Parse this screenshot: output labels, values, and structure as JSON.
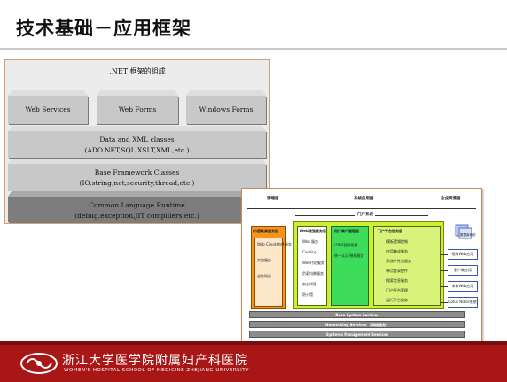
{
  "slide": {
    "title": "技术基础－应用框架"
  },
  "net_diagram": {
    "title": ".NET  框架的组成",
    "top_boxes": [
      "Web Services",
      "Web Forms",
      "Windows Forms"
    ],
    "layers": [
      {
        "line1": "Data and XML classes",
        "line2": "(ADO.NET,SQL,XSLT,XML,etc.)"
      },
      {
        "line1": "Base Framework Classes",
        "line2": "(IO,string,net,security,thread,etc.)"
      },
      {
        "line1": "Common Language Runtime",
        "line2": "(debug,exception,JIT complilers,etc.)"
      }
    ]
  },
  "portal_diagram": {
    "headers": [
      "源端层",
      "系统应用层",
      "企业资源层"
    ],
    "system_label": "门户系统",
    "integration_box": {
      "title": "内容聚集服务层",
      "items": [
        "Web Client 构件服务",
        "文档服务",
        "业务网关"
      ]
    },
    "web_box": {
      "title": "Web增强服务层",
      "items": [
        "Web 服务",
        "Caching",
        "Web代理服务",
        "负载均衡服务",
        "安全代理",
        "防火墙"
      ]
    },
    "user_box": {
      "title": "用户集中管理层",
      "items": [
        "LDAP目录管理",
        "统一认证/授权服务"
      ]
    },
    "portal_box": {
      "title": "门户平台服务层",
      "items": [
        "模板逻辑控制",
        "应用集成服务",
        "系统个性化服务",
        "单点登录控件",
        "搜索信息服务",
        "门户平台管理",
        "运行平台服务"
      ]
    },
    "side_boxes": [
      "现有Web应用",
      "客户端应用",
      "未来Web应用",
      "Lotus Notes系统"
    ],
    "db_label": "数据库系统",
    "bottom_layers": [
      "Base System Services",
      "Networking Services （网络服务）",
      "Systems Management Services"
    ]
  },
  "footer": {
    "name_cn": "浙江大学医学院附属妇产科医院",
    "name_en": "WOMEN'S HOSPITAL SCHOOL OF MEDICINE ZHEJIANG UNIVERSITY"
  },
  "colors": {
    "footer_red": "#a91616",
    "orange": "#f7941d",
    "lime": "#ccee33",
    "green": "#3ddc5a",
    "side_blue": "#3a56a8"
  }
}
